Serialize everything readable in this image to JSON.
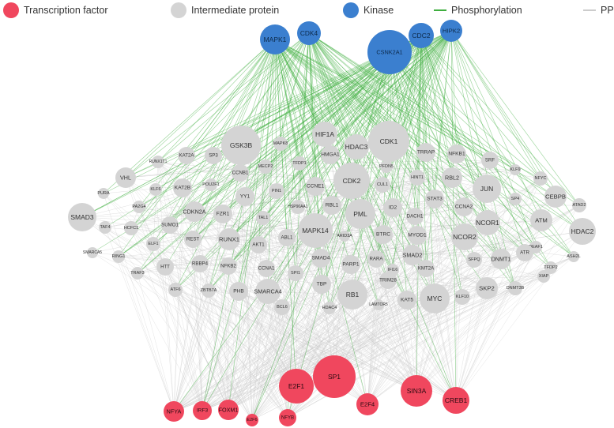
{
  "legend": {
    "transcription_factor": "Transcription factor",
    "intermediate_protein": "Intermediate protein",
    "kinase": "Kinase",
    "phosphorylation": "Phosphorylation",
    "ppi": "PPI"
  },
  "colors": {
    "transcription_factor": "#f0475e",
    "intermediate_protein": "#d4d4d4",
    "kinase": "#3b7fcf",
    "phosphorylation": "#3fae3f",
    "ppi": "#cccccc",
    "label": "#333333"
  },
  "nodes": {
    "kinases": [
      "MAPK1",
      "CDK4",
      "CSNK2A1",
      "CDC2",
      "HIPK2"
    ],
    "transcription_factors": [
      "E2F1",
      "SP1",
      "SIN3A",
      "CREB1",
      "E2F4",
      "NFYA",
      "IRF3",
      "FOXM1",
      "E2F6",
      "NFYB"
    ],
    "intermediate": [
      "GSK3B",
      "HIF1A",
      "CDK1",
      "HDAC3",
      "TRRAP",
      "NFKB1",
      "SRF",
      "MAPK8",
      "RUNX1T1",
      "KAT2A",
      "SP3",
      "VHL",
      "CCNB1",
      "MECP2",
      "TFDP1",
      "HMGA1",
      "PFDN5",
      "HINT1",
      "RBL2",
      "KLF9",
      "NFYC",
      "PURA",
      "KLF6",
      "KAT2B",
      "POU2F1",
      "YY1",
      "PIN1",
      "CCNE1",
      "CDK2",
      "CUL1",
      "STAT3",
      "JUN",
      "SP4",
      "CEBPB",
      "PA2G4",
      "CDKN2A",
      "FZR1",
      "HSP90AA1",
      "RBL1",
      "ID2",
      "CCNA2",
      "ATAD2",
      "SMAD3",
      "TAF4",
      "HCFC1",
      "SUMO1",
      "TAL1",
      "PML",
      "DACH1",
      "NCOR1",
      "ATM",
      "REST",
      "RUNX1",
      "MAPK14",
      "ARID3A",
      "BTRC",
      "MYOD1",
      "NCOR2",
      "DEAF1",
      "HDAC2",
      "SMARCA5",
      "ELF1",
      "ABL1",
      "AKT1",
      "SMAD2",
      "ATR",
      "TFDP2",
      "RING1",
      "RBBP4",
      "NFKB2",
      "CCNA1",
      "SMAD4",
      "PARP1",
      "RARA",
      "IFI16",
      "KMT2A",
      "SFPQ",
      "DNMT1",
      "ASH2L",
      "TRAF3",
      "HTT",
      "SPI1",
      "TRIM28",
      "XIAP",
      "ATF6",
      "ZBTB7A",
      "PHB",
      "SMARCA4",
      "TBP",
      "RB1",
      "KAT5",
      "MYC",
      "KLF10",
      "SKP2",
      "DNMT3B",
      "BCL6",
      "HDAC4",
      "LAMTOR5"
    ]
  }
}
